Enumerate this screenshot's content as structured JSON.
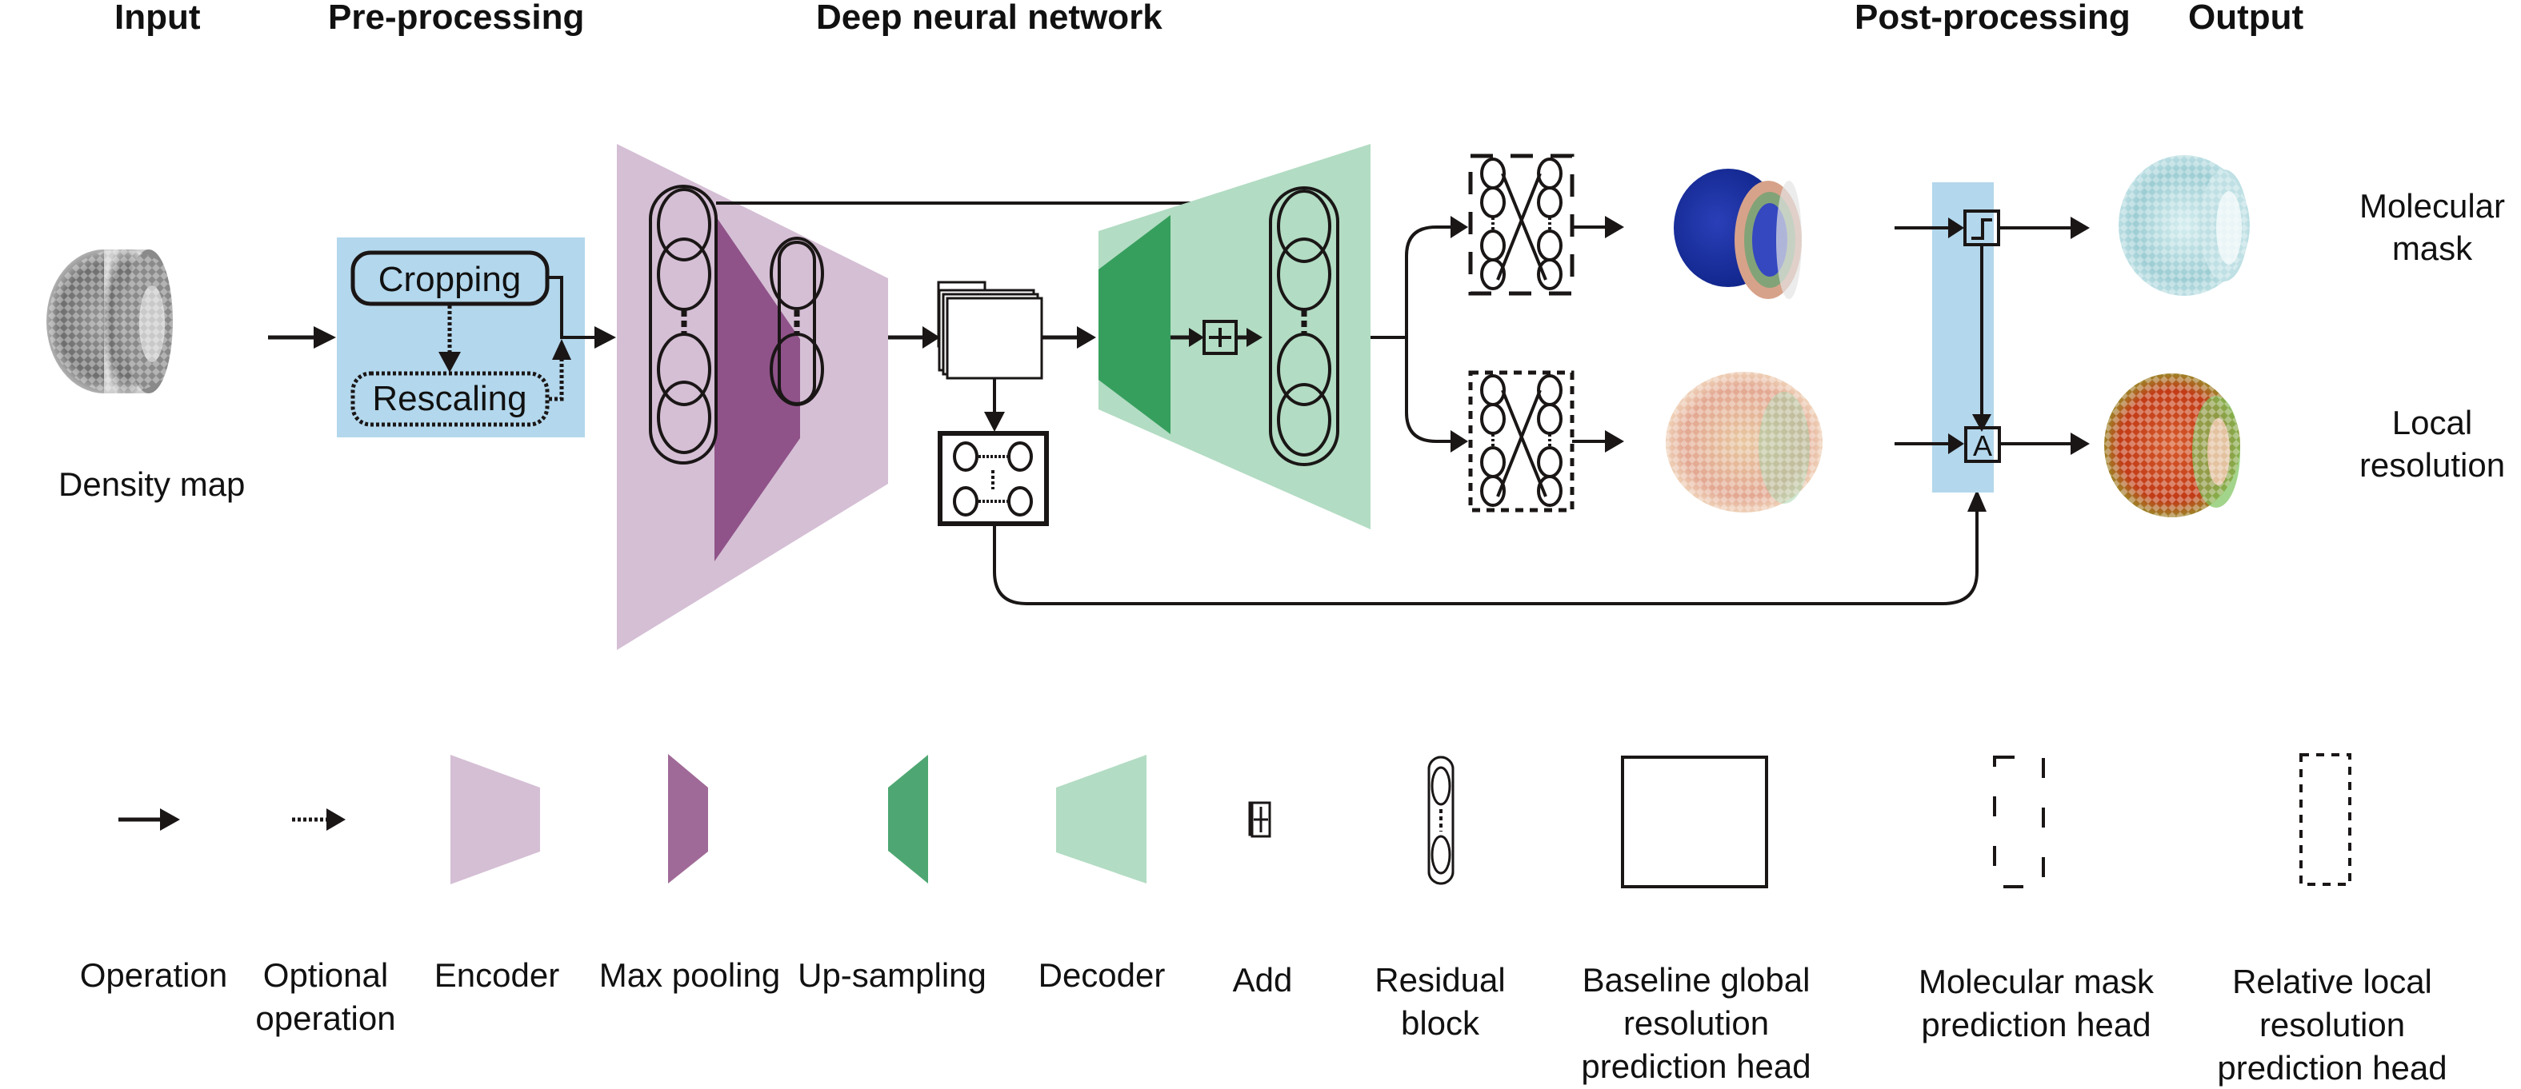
{
  "headers": {
    "input": "Input",
    "preprocessing": "Pre-processing",
    "dnn": "Deep neural network",
    "postprocessing": "Post-processing",
    "output": "Output"
  },
  "input": {
    "label": "Density map"
  },
  "preprocessing": {
    "cropping": "Cropping",
    "rescaling": "Rescaling"
  },
  "postprocessing": {
    "threshold_symbol": "step-threshold",
    "apply_symbol": "A"
  },
  "outputs": {
    "mask_line1": "Molecular",
    "mask_line2": "mask",
    "local_line1": "Local",
    "local_line2": "resolution"
  },
  "legend": {
    "operation": [
      "Operation"
    ],
    "optional_operation": [
      "Optional",
      "operation"
    ],
    "encoder": [
      "Encoder"
    ],
    "max_pooling": [
      "Max pooling"
    ],
    "upsampling": [
      "Up-sampling"
    ],
    "decoder": [
      "Decoder"
    ],
    "add": [
      "Add"
    ],
    "residual_block": [
      "Residual",
      "block"
    ],
    "baseline_head": [
      "Baseline global",
      "resolution",
      "prediction head"
    ],
    "mask_head": [
      "Molecular mask",
      "prediction head"
    ],
    "local_head": [
      "Relative local",
      "resolution",
      "prediction head"
    ]
  },
  "colors": {
    "preprocess_bg": "#b3d7ec",
    "encoder": "#d5bfd5",
    "max_pooling": "#8f5389",
    "max_pooling_legend": "#a06a98",
    "upsampling": "#379f5e",
    "upsampling_legend": "#4ea772",
    "decoder": "#b2dcc3",
    "line": "#1a1616"
  }
}
